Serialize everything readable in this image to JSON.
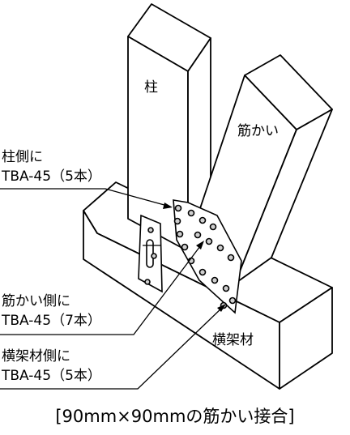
{
  "labels": {
    "pillar": "柱",
    "brace": "筋かい",
    "beam": "横架材",
    "callout_pillar_line1": "柱側に",
    "callout_pillar_line2": "TBA-45（5本）",
    "callout_brace_line1": "筋かい側に",
    "callout_brace_line2": "TBA-45（7本）",
    "callout_beam_line1": "横架材側に",
    "callout_beam_line2": "TBA-45（5本）"
  },
  "caption": "[90mm×90mmの筋かい接合]",
  "colors": {
    "line": "#000000",
    "fill": "#ffffff",
    "hardware": "#cfcfcf"
  }
}
